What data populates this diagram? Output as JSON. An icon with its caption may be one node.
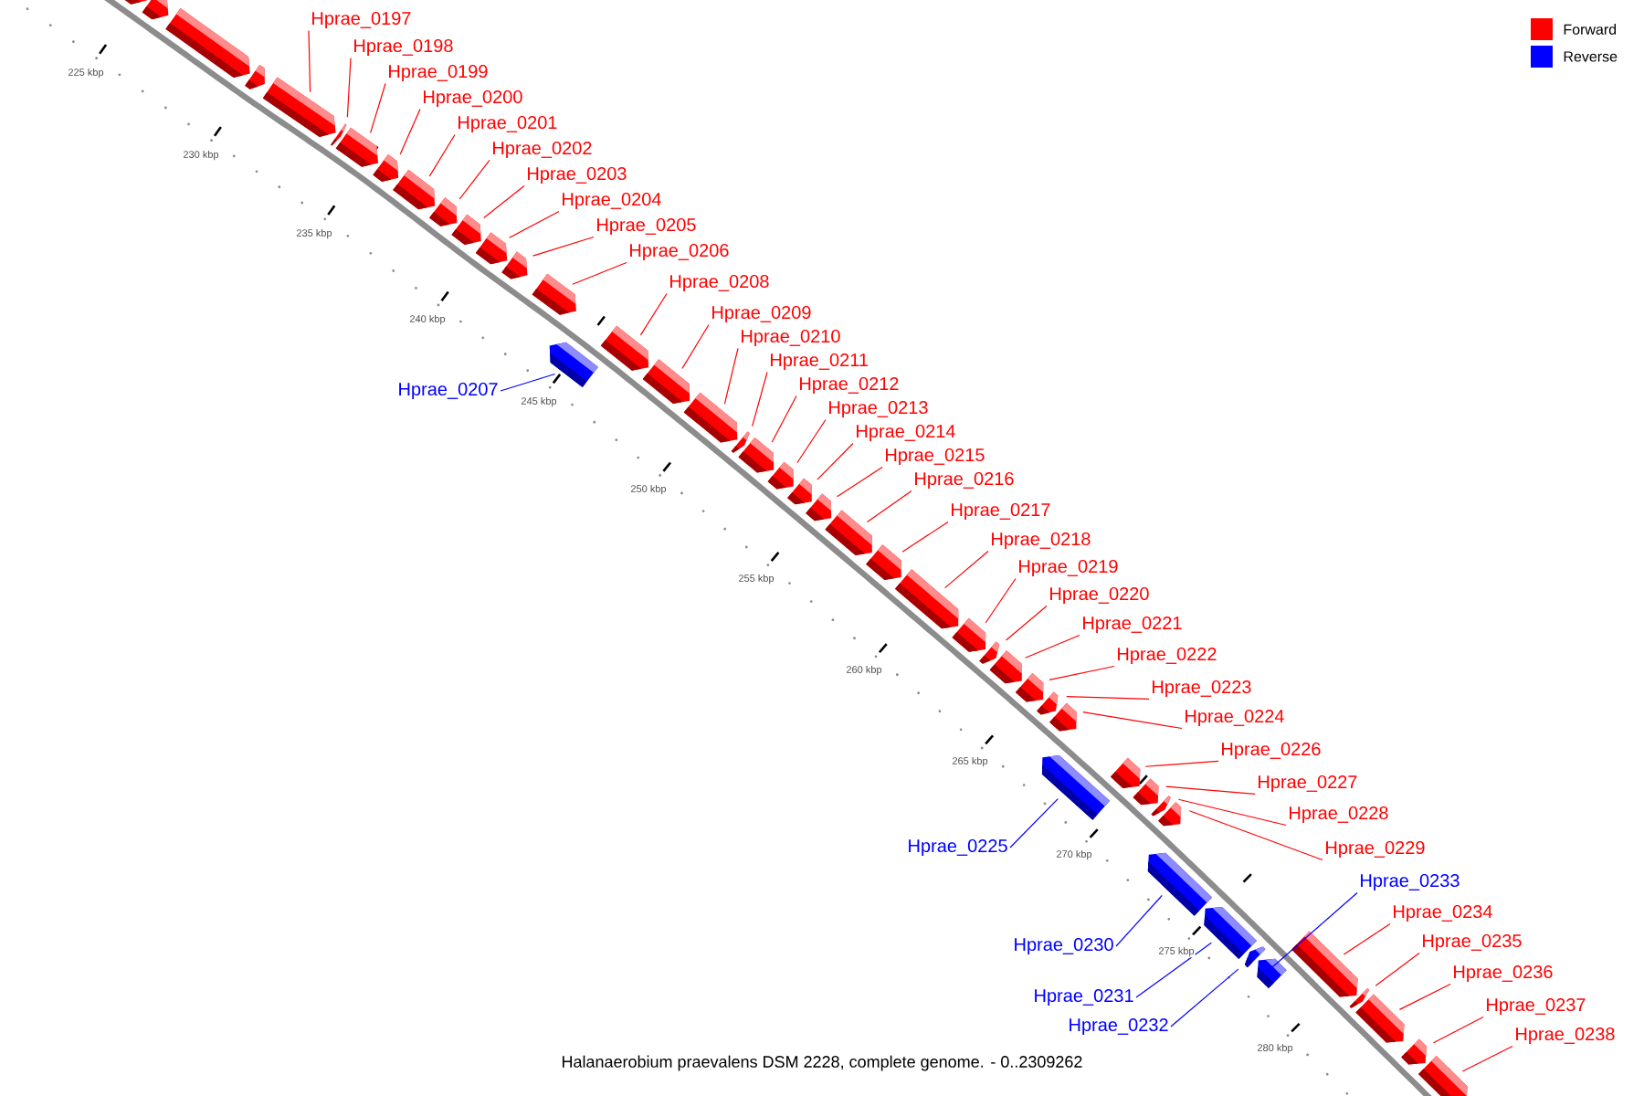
{
  "diagram": {
    "caption": "Halanaerobium praevalens DSM 2228, complete genome. - 0..2309262",
    "nodes": [
      {
        "text": [],
        "shape": "arrow"
      },
      {
        "text": [],
        "shape": "arrow"
      },
      {
        "text": [],
        "shape": "arrow"
      },
      {
        "text": [],
        "shape": "arrow"
      },
      {
        "text": [
          "Hprae_0197"
        ]
      },
      {
        "text": [],
        "shape": "arrow"
      },
      {
        "text": [
          "Hprae_0198"
        ]
      },
      {
        "text": [],
        "shape": "arrow"
      },
      {
        "text": [
          "Hprae_0199"
        ]
      },
      {
        "text": [],
        "shape": "arrow"
      },
      {
        "text": [
          "Hprae_0200"
        ]
      },
      {
        "text": [],
        "shape": "arrow"
      },
      {
        "text": [
          "Hprae_0201"
        ]
      },
      {
        "text": [],
        "shape": "arrow"
      },
      {
        "text": [
          "Hprae_0202"
        ]
      },
      {
        "text": [],
        "shape": "arrow"
      },
      {
        "text": [
          "Hprae_0203"
        ]
      },
      {
        "text": [],
        "shape": "arrow"
      },
      {
        "text": [
          "Hprae_0204"
        ]
      },
      {
        "text": [],
        "shape": "arrow"
      },
      {
        "text": [
          "Hprae_0205"
        ]
      },
      {
        "text": [],
        "shape": "arrow"
      },
      {
        "text": [
          "Hprae_0206"
        ]
      },
      {
        "text": [],
        "shape": "arrow"
      },
      {
        "text": [
          "Hprae_0207"
        ]
      },
      {
        "text": [],
        "shape": "arrow"
      },
      {
        "text": [
          "Hprae_0208"
        ]
      },
      {
        "text": [],
        "shape": "arrow"
      },
      {
        "text": [
          "Hprae_0209"
        ]
      },
      {
        "text": [],
        "shape": "arrow"
      },
      {
        "text": [
          "Hprae_0210"
        ]
      },
      {
        "text": [],
        "shape": "arrow"
      },
      {
        "text": [
          "Hprae_0211"
        ]
      },
      {
        "text": [],
        "shape": "arrow"
      },
      {
        "text": [
          "Hprae_0212"
        ]
      },
      {
        "text": [],
        "shape": "arrow"
      },
      {
        "text": [
          "Hprae_0213"
        ]
      },
      {
        "text": [],
        "shape": "arrow"
      },
      {
        "text": [
          "Hprae_0214"
        ]
      },
      {
        "text": [],
        "shape": "arrow"
      },
      {
        "text": [
          "Hprae_0215"
        ]
      },
      {
        "text": [],
        "shape": "arrow"
      },
      {
        "text": [
          "Hprae_0216"
        ]
      },
      {
        "text": [],
        "shape": "arrow"
      },
      {
        "text": [
          "Hprae_0217"
        ]
      },
      {
        "text": [],
        "shape": "arrow"
      },
      {
        "text": [
          "Hprae_0218"
        ]
      },
      {
        "text": [],
        "shape": "arrow"
      },
      {
        "text": [
          "Hprae_0219"
        ]
      },
      {
        "text": [],
        "shape": "arrow"
      },
      {
        "text": [
          "Hprae_0220"
        ]
      },
      {
        "text": [],
        "shape": "arrow"
      },
      {
        "text": [
          "Hprae_0221"
        ]
      },
      {
        "text": [],
        "shape": "arrow"
      },
      {
        "text": [
          "Hprae_0222"
        ]
      },
      {
        "text": [],
        "shape": "arrow"
      },
      {
        "text": [
          "Hprae_0223"
        ]
      },
      {
        "text": [],
        "shape": "arrow"
      },
      {
        "text": [
          "Hprae_0224"
        ]
      },
      {
        "text": [],
        "shape": "arrow"
      },
      {
        "text": [
          "Hprae_0225"
        ]
      },
      {
        "text": [],
        "shape": "arrow"
      },
      {
        "text": [
          "Hprae_0226"
        ]
      },
      {
        "text": [],
        "shape": "arrow"
      },
      {
        "text": [
          "Hprae_0227"
        ]
      },
      {
        "text": [],
        "shape": "arrow"
      },
      {
        "text": [
          "Hprae_0228"
        ]
      },
      {
        "text": [],
        "shape": "arrow"
      },
      {
        "text": [
          "Hprae_0229"
        ]
      },
      {
        "text": [],
        "shape": "arrow"
      },
      {
        "text": [
          "Hprae_0230"
        ]
      },
      {
        "text": [],
        "shape": "arrow"
      },
      {
        "text": [
          "Hprae_0231"
        ]
      },
      {
        "text": [],
        "shape": "arrow"
      },
      {
        "text": [
          "Hprae_0232"
        ]
      },
      {
        "text": [],
        "shape": "arrow"
      },
      {
        "text": [
          "Hprae_0233"
        ]
      },
      {
        "text": [],
        "shape": "arrow"
      },
      {
        "text": [
          "Hprae_0234"
        ]
      },
      {
        "text": [],
        "shape": "arrow"
      },
      {
        "text": [
          "Hprae_0235"
        ]
      },
      {
        "text": [],
        "shape": "arrow"
      },
      {
        "text": [
          "Hprae_0236"
        ]
      },
      {
        "text": [],
        "shape": "arrow"
      },
      {
        "text": [
          "Hprae_0237"
        ]
      },
      {
        "text": [],
        "shape": "arrow"
      },
      {
        "text": [
          "Hprae_0238"
        ]
      },
      {
        "text": [],
        "shape": "arrow"
      }
    ],
    "edges": [
      {
        "from": 4,
        "to": 5,
        "arrow": "none"
      },
      {
        "from": 6,
        "to": 7,
        "arrow": "none"
      },
      {
        "from": 8,
        "to": 9,
        "arrow": "none"
      },
      {
        "from": 10,
        "to": 11,
        "arrow": "none"
      },
      {
        "from": 12,
        "to": 13,
        "arrow": "none"
      },
      {
        "from": 14,
        "to": 15,
        "arrow": "none"
      },
      {
        "from": 16,
        "to": 17,
        "arrow": "none"
      },
      {
        "from": 18,
        "to": 19,
        "arrow": "none"
      },
      {
        "from": 20,
        "to": 21,
        "arrow": "none"
      },
      {
        "from": 22,
        "to": 23,
        "arrow": "none"
      },
      {
        "from": 24,
        "to": 25,
        "arrow": "none",
        "color": "#0000ff"
      },
      {
        "from": 26,
        "to": 27,
        "arrow": "none"
      },
      {
        "from": 28,
        "to": 29,
        "arrow": "none"
      },
      {
        "from": 30,
        "to": 31,
        "arrow": "none"
      },
      {
        "from": 32,
        "to": 33,
        "arrow": "none"
      },
      {
        "from": 34,
        "to": 35,
        "arrow": "none"
      },
      {
        "from": 36,
        "to": 37,
        "arrow": "none"
      },
      {
        "from": 38,
        "to": 39,
        "arrow": "none"
      },
      {
        "from": 40,
        "to": 41,
        "arrow": "none"
      },
      {
        "from": 42,
        "to": 43,
        "arrow": "none"
      },
      {
        "from": 44,
        "to": 45,
        "arrow": "none"
      },
      {
        "from": 46,
        "to": 47,
        "arrow": "none"
      },
      {
        "from": 48,
        "to": 49,
        "arrow": "none"
      },
      {
        "from": 50,
        "to": 51,
        "arrow": "none"
      },
      {
        "from": 52,
        "to": 53,
        "arrow": "none"
      },
      {
        "from": 54,
        "to": 55,
        "arrow": "none"
      },
      {
        "from": 56,
        "to": 57,
        "arrow": "none"
      },
      {
        "from": 58,
        "to": 59,
        "arrow": "none"
      },
      {
        "from": 60,
        "to": 61,
        "arrow": "none",
        "color": "#0000ff"
      },
      {
        "from": 62,
        "to": 63,
        "arrow": "none"
      },
      {
        "from": 64,
        "to": 65,
        "arrow": "none"
      },
      {
        "from": 66,
        "to": 67,
        "arrow": "none"
      },
      {
        "from": 68,
        "to": 69,
        "arrow": "none"
      },
      {
        "from": 70,
        "to": 71,
        "arrow": "none",
        "color": "#0000ff"
      },
      {
        "from": 72,
        "to": 73,
        "arrow": "none",
        "color": "#0000ff"
      },
      {
        "from": 74,
        "to": 75,
        "arrow": "none",
        "color": "#0000ff"
      },
      {
        "from": 76,
        "to": 77,
        "arrow": "none",
        "color": "#0000ff"
      },
      {
        "from": 78,
        "to": 79,
        "arrow": "none"
      },
      {
        "from": 80,
        "to": 81,
        "arrow": "none"
      },
      {
        "from": 82,
        "to": 83,
        "arrow": "none"
      },
      {
        "from": 84,
        "to": 85,
        "arrow": "none"
      },
      {
        "from": 86,
        "to": 87,
        "arrow": "none"
      }
    ],
    "labels": [
      "225 kbp",
      "230 kbp",
      "235 kbp",
      "240 kbp",
      "245 kbp",
      "250 kbp",
      "255 kbp",
      "260 kbp",
      "265 kbp",
      "270 kbp",
      "275 kbp",
      "280 kbp"
    ],
    "legend": [
      {
        "text": "Forward",
        "color": "#ff0000"
      },
      {
        "text": "Reverse",
        "color": "#0000ff"
      }
    ]
  }
}
